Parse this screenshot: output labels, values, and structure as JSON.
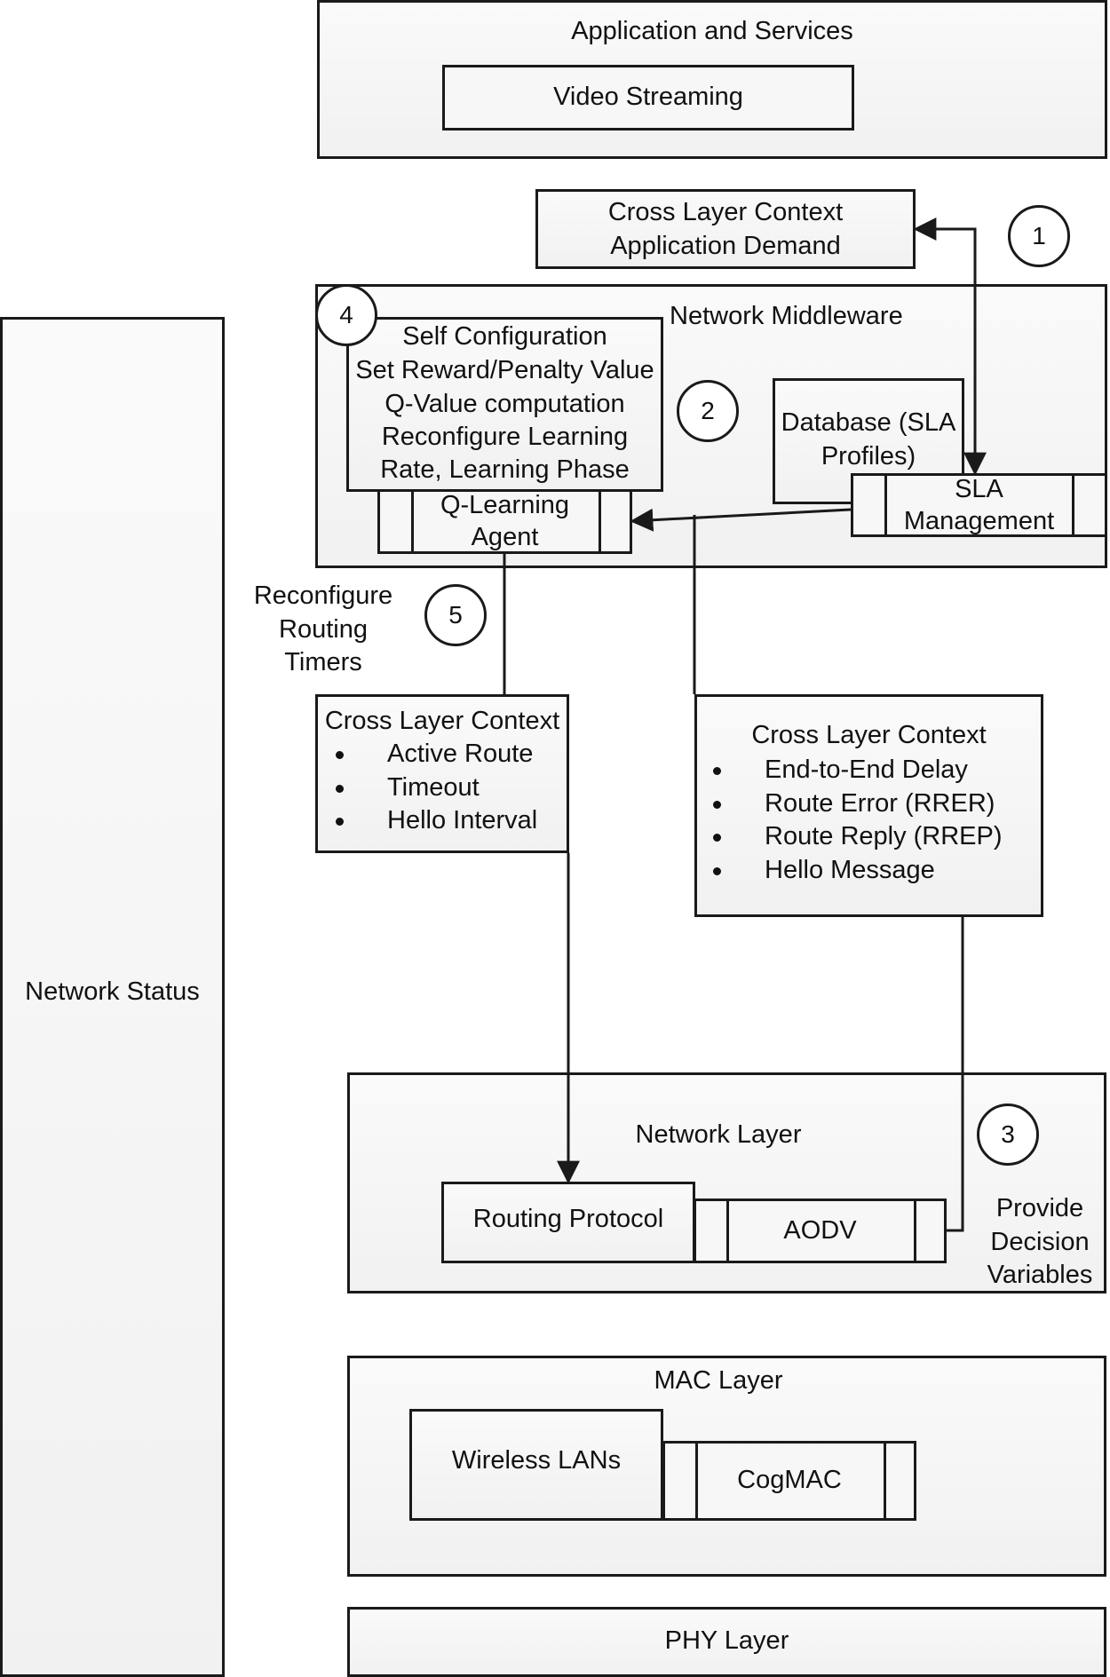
{
  "network_status": "Network Status",
  "app_services": {
    "title": "Application and Services",
    "video": "Video Streaming"
  },
  "cross_app": {
    "line1": "Cross Layer Context",
    "line2": "Application Demand"
  },
  "middleware": {
    "title": "Network Middleware",
    "self_config": [
      "Self Configuration",
      "Set Reward/Penalty Value",
      "Q-Value computation",
      "Reconfigure Learning",
      "Rate, Learning Phase"
    ],
    "agent": [
      "Q-Learning",
      "Agent"
    ],
    "database": [
      "Database (SLA",
      "Profiles)"
    ],
    "sla": [
      "SLA",
      "Management"
    ]
  },
  "reconfigure": [
    "Reconfigure",
    "Routing",
    "Timers"
  ],
  "cross_left": {
    "title": "Cross Layer Context",
    "items": [
      "Active Route",
      "Timeout",
      "Hello Interval"
    ]
  },
  "cross_right": {
    "title": "Cross Layer Context",
    "items": [
      "End-to-End Delay",
      "Route Error (RRER)",
      "Route Reply (RREP)",
      "Hello Message"
    ]
  },
  "network_layer": {
    "title": "Network Layer",
    "routing": "Routing Protocol",
    "aodv": "AODV"
  },
  "provide": [
    "Provide",
    "Decision",
    "Variables"
  ],
  "mac_layer": {
    "title": "MAC Layer",
    "wlan": "Wireless LANs",
    "cogmac": "CogMAC"
  },
  "phy_layer": "PHY Layer",
  "steps": [
    "1",
    "2",
    "3",
    "4",
    "5"
  ]
}
